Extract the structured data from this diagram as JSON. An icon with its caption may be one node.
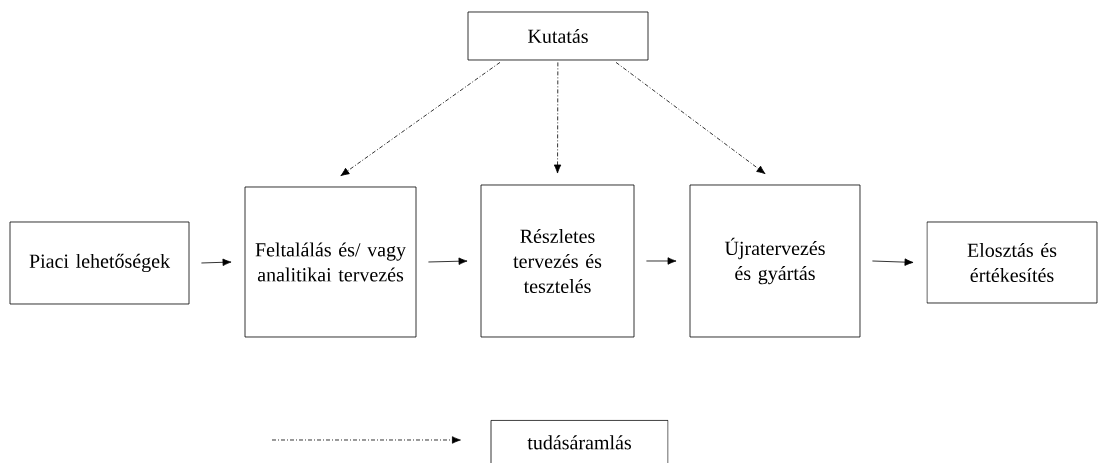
{
  "diagram": {
    "nodes": [
      {
        "text": [
          "Kutatás"
        ]
      },
      {
        "text": [
          "Piaci lehetőségek"
        ]
      },
      {
        "text": [
          "Feltalálás és/ vagy analitikai tervezés"
        ]
      },
      {
        "text": [
          "Részletes tervezés és tesztelés"
        ]
      },
      {
        "text": [
          "Újratervezés és gyártás"
        ]
      },
      {
        "text": [
          "Elosztás és értékesítés"
        ]
      }
    ],
    "edges": [
      {
        "from": 1,
        "to": 2,
        "arrow": "to"
      },
      {
        "from": 2,
        "to": 3,
        "arrow": "to"
      },
      {
        "from": 3,
        "to": 4,
        "arrow": "to"
      },
      {
        "from": 4,
        "to": 5,
        "arrow": "to"
      },
      {
        "from": 0,
        "to": 2,
        "arrow": "to",
        "style": "dashed"
      },
      {
        "from": 0,
        "to": 3,
        "arrow": "to",
        "style": "dashed"
      },
      {
        "from": 0,
        "to": 4,
        "arrow": "to",
        "style": "dashed"
      }
    ],
    "legend": [
      {
        "text": "tudásáramlás"
      }
    ]
  }
}
